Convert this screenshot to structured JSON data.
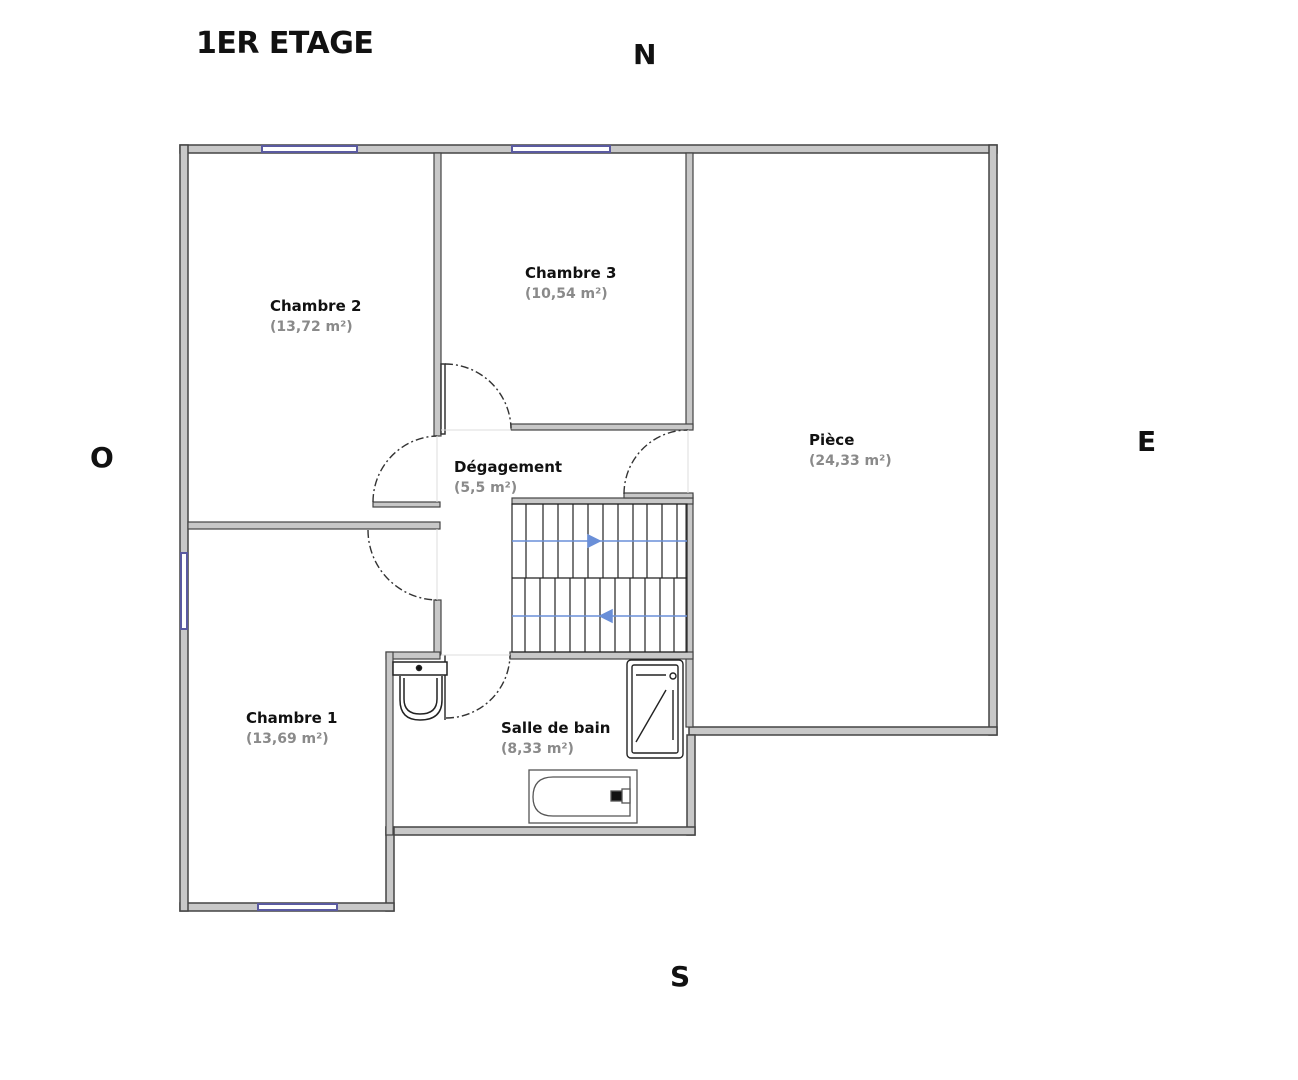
{
  "title": "1ER ETAGE",
  "compass": {
    "north": "N",
    "south": "S",
    "east": "E",
    "west": "O"
  },
  "rooms": [
    {
      "name": "Chambre 2",
      "area": "(13,72 m²)"
    },
    {
      "name": "Chambre 3",
      "area": "(10,54 m²)"
    },
    {
      "name": "Pièce",
      "area": "(24,33 m²)"
    },
    {
      "name": "Dégagement",
      "area": "(5,5 m²)"
    },
    {
      "name": "Chambre 1",
      "area": "(13,69 m²)"
    },
    {
      "name": "Salle de bain",
      "area": "(8,33 m²)"
    }
  ],
  "colors": {
    "wall_fill": "#c8c8c8",
    "wall_stroke": "#444444",
    "window": "#5a5aa0",
    "stair_arrow": "#6a8fd8",
    "area_text": "#8a8a8a"
  }
}
